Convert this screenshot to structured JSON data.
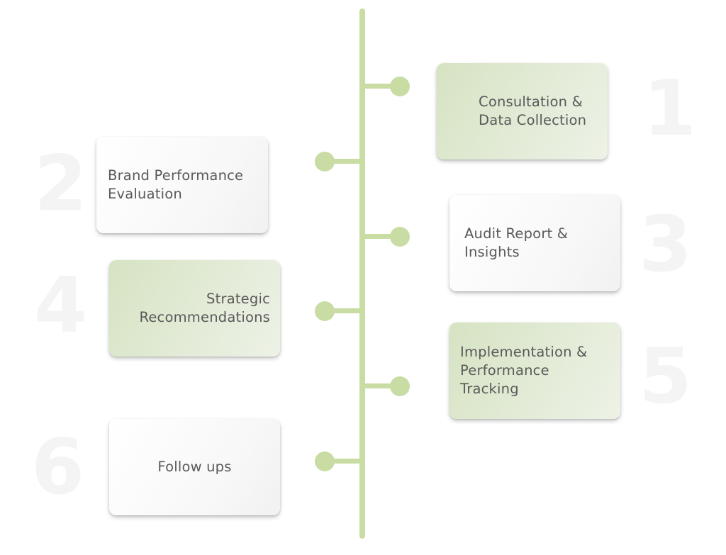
{
  "steps": [
    {
      "number": "1",
      "label": "Consultation &\nData Collection"
    },
    {
      "number": "2",
      "label": "Brand Performance\nEvaluation"
    },
    {
      "number": "3",
      "label": "Audit Report &\nInsights"
    },
    {
      "number": "4",
      "label": "Strategic\nRecommendations"
    },
    {
      "number": "5",
      "label": "Implementation &\n Performance\n Tracking"
    },
    {
      "number": "6",
      "label": "Follow ups"
    }
  ],
  "colors": {
    "line": "#c9dca3",
    "green_card": "#d6e3c2",
    "white_card": "#ffffff",
    "text": "#595959",
    "number": "#f4f4f4"
  }
}
